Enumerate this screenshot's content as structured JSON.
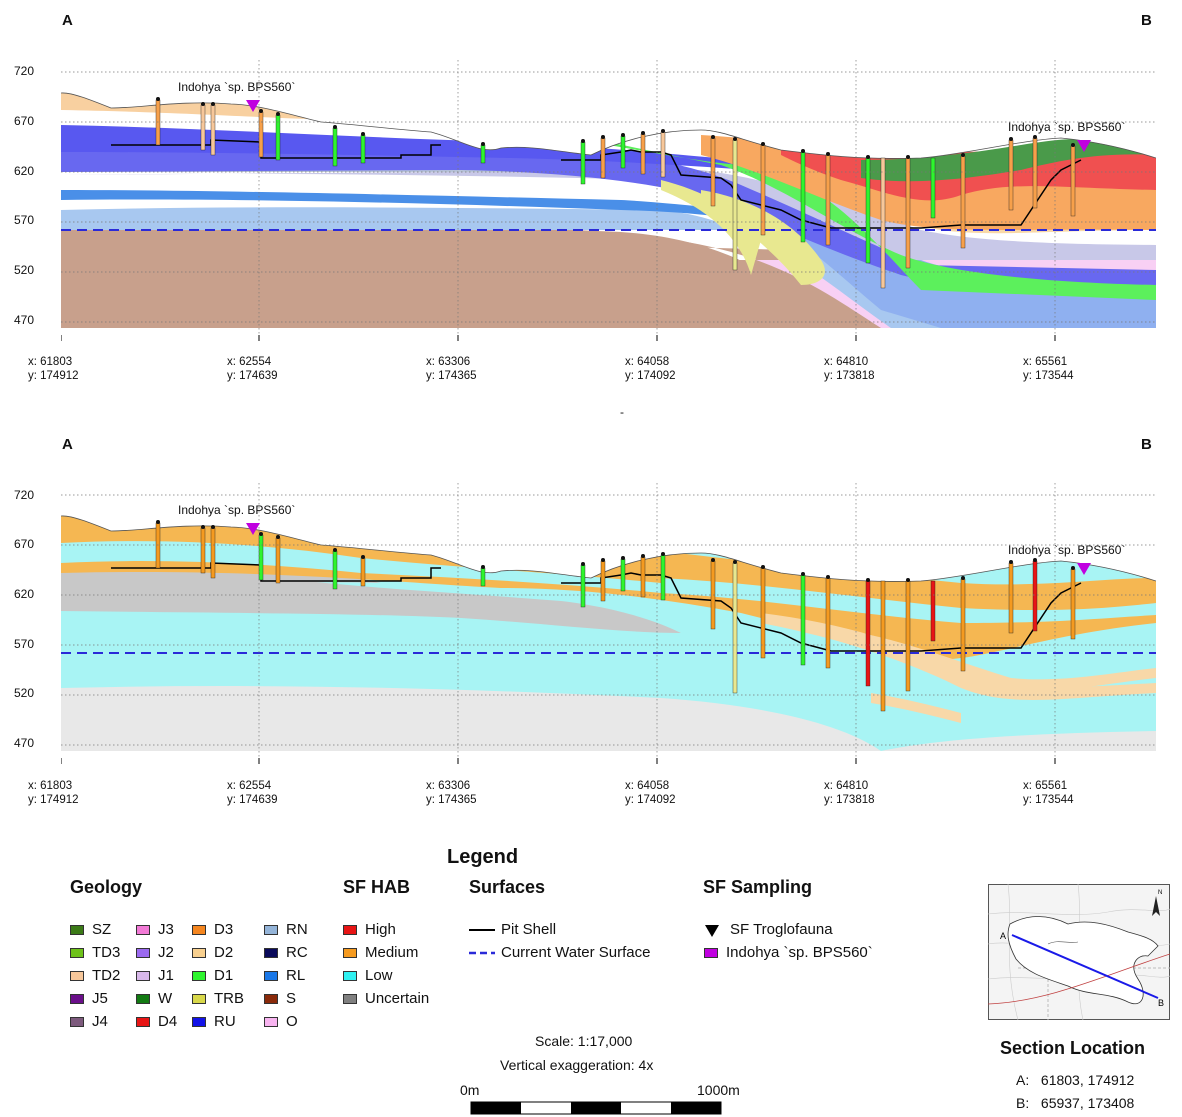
{
  "sections": [
    {
      "label_a": "A",
      "label_b": "B",
      "y_ticks": [
        "720",
        "670",
        "620",
        "570",
        "520",
        "470"
      ],
      "x_ticks": [
        {
          "x": "x: 61803",
          "y": "y: 174912"
        },
        {
          "x": "x: 62554",
          "y": "y: 174639"
        },
        {
          "x": "x: 63306",
          "y": "y: 174365"
        },
        {
          "x": "x: 64058",
          "y": "y: 174092"
        },
        {
          "x": "x: 64810",
          "y": "y: 173818"
        },
        {
          "x": "x: 65561",
          "y": "y: 173544"
        }
      ],
      "sample_labels": [
        "Indohya `sp. BPS560`",
        "Indohya `sp. BPS560`"
      ]
    },
    {
      "label_a": "A",
      "label_b": "B",
      "y_ticks": [
        "720",
        "670",
        "620",
        "570",
        "520",
        "470"
      ],
      "x_ticks": [
        {
          "x": "x: 61803",
          "y": "y: 174912"
        },
        {
          "x": "x: 62554",
          "y": "y: 174639"
        },
        {
          "x": "x: 63306",
          "y": "y: 174365"
        },
        {
          "x": "x: 64058",
          "y": "y: 174092"
        },
        {
          "x": "x: 64810",
          "y": "y: 173818"
        },
        {
          "x": "x: 65561",
          "y": "y: 173544"
        }
      ],
      "sample_labels": [
        "Indohya `sp. BPS560`",
        "Indohya `sp. BPS560`"
      ]
    }
  ],
  "separator": "-",
  "legend": {
    "title": "Legend",
    "geology_title": "Geology",
    "geology": [
      {
        "code": "SZ",
        "color": "#3b7a17"
      },
      {
        "code": "TD3",
        "color": "#6ec21a"
      },
      {
        "code": "TD2",
        "color": "#f7c79a"
      },
      {
        "code": "J5",
        "color": "#6a0f8a"
      },
      {
        "code": "J4",
        "color": "#7d5a7d"
      },
      {
        "code": "J3",
        "color": "#f27ad6"
      },
      {
        "code": "J2",
        "color": "#9b6af0"
      },
      {
        "code": "J1",
        "color": "#d8b8ea"
      },
      {
        "code": "W",
        "color": "#137a13"
      },
      {
        "code": "D4",
        "color": "#e81515"
      },
      {
        "code": "D3",
        "color": "#f5861f"
      },
      {
        "code": "D2",
        "color": "#f8d08f"
      },
      {
        "code": "D1",
        "color": "#2ef52e"
      },
      {
        "code": "TRB",
        "color": "#d8d84a"
      },
      {
        "code": "RU",
        "color": "#1212e8"
      },
      {
        "code": "RN",
        "color": "#94b4d8"
      },
      {
        "code": "RC",
        "color": "#0a0a5a"
      },
      {
        "code": "RL",
        "color": "#1a78e8"
      },
      {
        "code": "S",
        "color": "#8a2a0a"
      },
      {
        "code": "O",
        "color": "#f8b4f0"
      }
    ],
    "hab_title": "SF HAB",
    "hab": [
      {
        "label": "High",
        "color": "#e81515"
      },
      {
        "label": "Medium",
        "color": "#f59a1f"
      },
      {
        "label": "Low",
        "color": "#2ef0f0"
      },
      {
        "label": "Uncertain",
        "color": "#808080"
      }
    ],
    "surfaces_title": "Surfaces",
    "surfaces": [
      {
        "label": "Pit Shell",
        "color": "#000000",
        "style": "solid"
      },
      {
        "label": "Current Water Surface",
        "color": "#2a2ad8",
        "style": "dashed"
      }
    ],
    "sampling_title": "SF Sampling",
    "sampling": [
      {
        "label": "SF Troglofauna",
        "symbol": "triangle-down"
      },
      {
        "label": "Indohya `sp. BPS560`",
        "color": "#c000e0"
      }
    ]
  },
  "scale": {
    "scale_text": "Scale: 1:17,000",
    "vex_text": "Vertical exaggeration: 4x",
    "start": "0m",
    "end": "1000m"
  },
  "location": {
    "title": "Section Location",
    "a_key": "A:",
    "a_val": "61803, 174912",
    "b_key": "B:",
    "b_val": "65937, 173408",
    "map_a": "A",
    "map_b": "B",
    "north": "N"
  }
}
